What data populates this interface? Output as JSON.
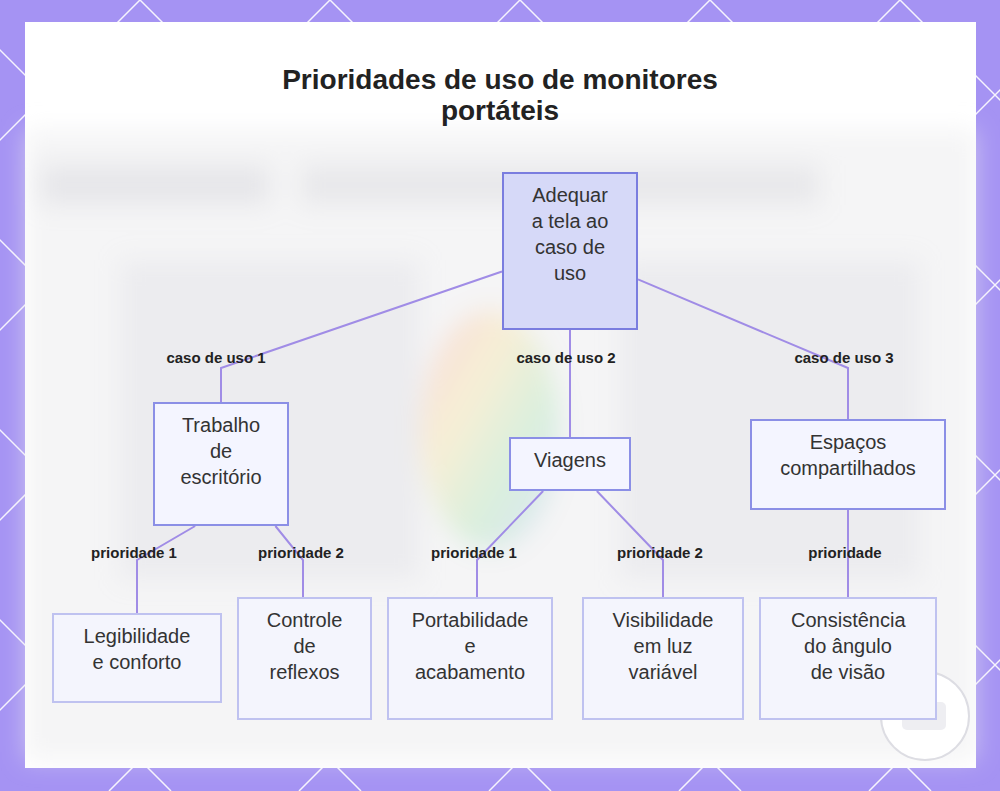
{
  "diagram": {
    "title": "Prioridades de uso de monitores portáteis",
    "nodes": [
      {
        "text": [
          "Adequar a tela ao caso de uso"
        ]
      },
      {
        "text": [
          "Trabalho de escritório"
        ]
      },
      {
        "text": [
          "Viagens"
        ]
      },
      {
        "text": [
          "Espaços compartilhados"
        ]
      },
      {
        "text": [
          "Legibilidade e conforto"
        ]
      },
      {
        "text": [
          "Controle de reflexos"
        ]
      },
      {
        "text": [
          "Portabilidade e acabamento"
        ]
      },
      {
        "text": [
          "Visibilidade em luz variável"
        ]
      },
      {
        "text": [
          "Consistência do ângulo de visão"
        ]
      }
    ],
    "edges": [
      {
        "from": 0,
        "to": 1,
        "label": "caso de uso 1",
        "arrow": "none"
      },
      {
        "from": 0,
        "to": 2,
        "label": "caso de uso 2",
        "arrow": "none"
      },
      {
        "from": 0,
        "to": 3,
        "label": "caso de uso 3",
        "arrow": "none"
      },
      {
        "from": 1,
        "to": 4,
        "label": "prioridade 1",
        "arrow": "none"
      },
      {
        "from": 1,
        "to": 5,
        "label": "prioridade 2",
        "arrow": "none"
      },
      {
        "from": 2,
        "to": 6,
        "label": "prioridade 1",
        "arrow": "none"
      },
      {
        "from": 2,
        "to": 7,
        "label": "prioridade 2",
        "arrow": "none"
      },
      {
        "from": 3,
        "to": 8,
        "label": "prioridade",
        "arrow": "none"
      }
    ]
  }
}
